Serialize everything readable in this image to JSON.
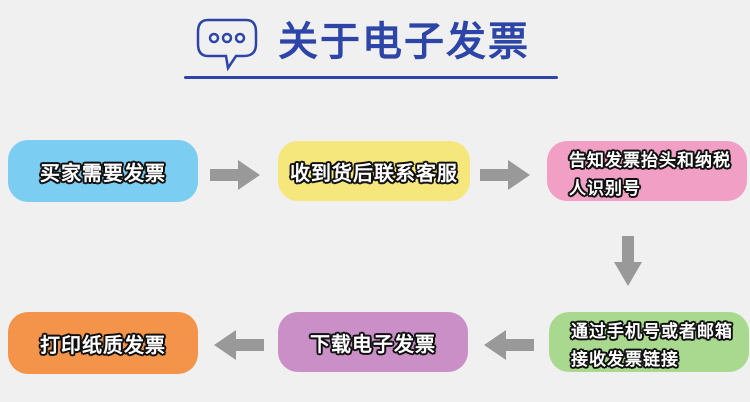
{
  "header": {
    "title": "关于电子发票",
    "icon": "chat-bubble-icon",
    "accent_color": "#2e45a8"
  },
  "steps": [
    {
      "lines": [
        "买家需要发票"
      ],
      "color": "#7ccdf2"
    },
    {
      "lines": [
        "收到货后联系客服"
      ],
      "color": "#f5e77c"
    },
    {
      "lines": [
        "告知发票抬头和纳税",
        "人识别号"
      ],
      "color": "#f19fc5"
    },
    {
      "lines": [
        "通过手机号或者邮箱",
        "接收发票链接"
      ],
      "color": "#a8d98e"
    },
    {
      "lines": [
        "下载电子发票"
      ],
      "color": "#c98fc6"
    },
    {
      "lines": [
        "打印纸质发票"
      ],
      "color": "#f4944a"
    }
  ],
  "arrows": [
    {
      "direction": "right",
      "icon": "arrow-right-icon"
    },
    {
      "direction": "right",
      "icon": "arrow-right-icon"
    },
    {
      "direction": "down",
      "icon": "arrow-down-icon"
    },
    {
      "direction": "left",
      "icon": "arrow-left-icon"
    },
    {
      "direction": "left",
      "icon": "arrow-left-icon"
    }
  ]
}
